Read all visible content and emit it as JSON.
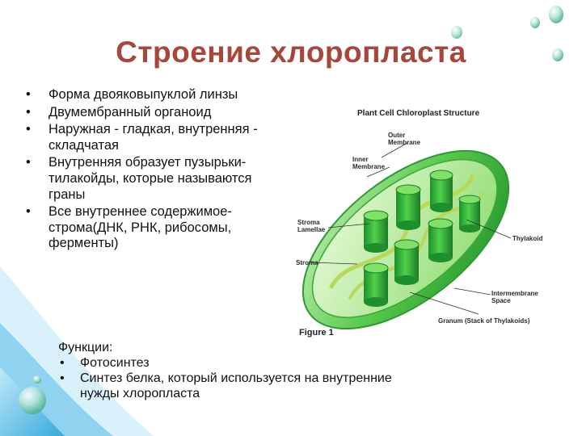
{
  "slide": {
    "title": "Строение хлоропласта",
    "bullets": [
      "Форма двояковыпуклой линзы",
      "Двумембранный органоид",
      "Наружная - гладкая, внутренняя - складчатая",
      "Внутренняя образует пузырьки-тилакойды, которые называются граны",
      "Все внутреннее содержимое-строма(ДНК, РНК, рибосомы, ферменты)"
    ],
    "functions": {
      "heading": "Функции:",
      "items": [
        "Фотосинтез",
        "Синтез белка, который используется на внутренние нужды хлоропласта"
      ]
    }
  },
  "figure": {
    "title": "Plant Cell Chloroplast Structure",
    "caption": "Figure 1",
    "labels": {
      "outer_membrane": "Outer Membrane",
      "inner_membrane": "Inner Membrane",
      "stroma_lamellae": "Stroma Lamellae",
      "thylakoid": "Thylakoid",
      "stroma": "Stroma",
      "intermembrane_space": "Intermembrane Space",
      "granum": "Granum (Stack of Thylakoids)"
    }
  },
  "colors": {
    "title": "#a8463a",
    "organelle_green": "#3fbf3a",
    "background_accent": "#5fc2ea"
  }
}
